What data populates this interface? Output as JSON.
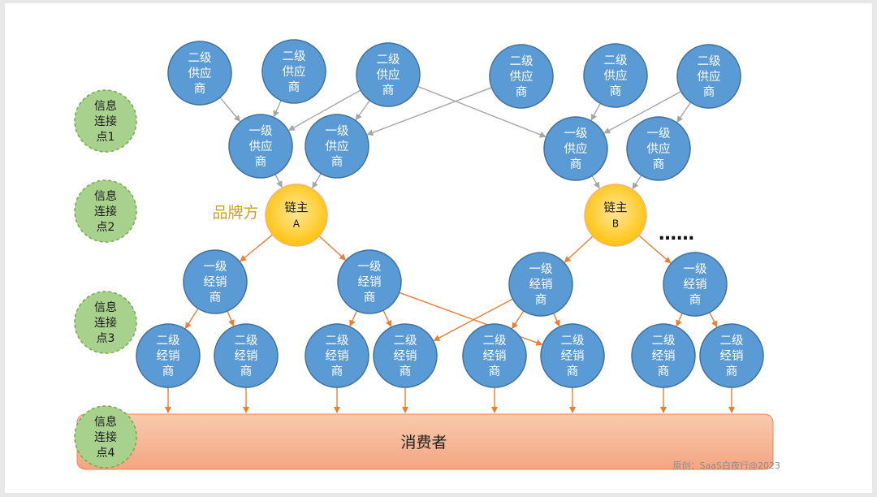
{
  "info_points": [
    {
      "lines": [
        "信息",
        "连接",
        "点1"
      ]
    },
    {
      "lines": [
        "信息",
        "连接",
        "点2"
      ]
    },
    {
      "lines": [
        "信息",
        "连接",
        "点3"
      ]
    },
    {
      "lines": [
        "信息",
        "连接",
        "点4"
      ]
    }
  ],
  "secondary_suppliers": [
    {
      "lines": [
        "二级",
        "供应",
        "商"
      ]
    },
    {
      "lines": [
        "二级",
        "供应",
        "商"
      ]
    },
    {
      "lines": [
        "二级",
        "供应",
        "商"
      ]
    },
    {
      "lines": [
        "二级",
        "供应",
        "商"
      ]
    },
    {
      "lines": [
        "二级",
        "供应",
        "商"
      ]
    },
    {
      "lines": [
        "二级",
        "供应",
        "商"
      ]
    }
  ],
  "primary_suppliers": [
    {
      "lines": [
        "一级",
        "供应",
        "商"
      ]
    },
    {
      "lines": [
        "一级",
        "供应",
        "商"
      ]
    },
    {
      "lines": [
        "一级",
        "供应",
        "商"
      ]
    },
    {
      "lines": [
        "一级",
        "供应",
        "商"
      ]
    }
  ],
  "chain_owners": [
    {
      "lines": [
        "链主",
        "A"
      ]
    },
    {
      "lines": [
        "链主",
        "B"
      ]
    }
  ],
  "brand_label": "品牌方",
  "ellipsis": "……",
  "primary_distributors": [
    {
      "lines": [
        "一级",
        "经销",
        "商"
      ]
    },
    {
      "lines": [
        "一级",
        "经销",
        "商"
      ]
    },
    {
      "lines": [
        "一级",
        "经销",
        "商"
      ]
    },
    {
      "lines": [
        "一级",
        "经销",
        "商"
      ]
    }
  ],
  "secondary_distributors": [
    {
      "lines": [
        "二级",
        "经销",
        "商"
      ]
    },
    {
      "lines": [
        "二级",
        "经销",
        "商"
      ]
    },
    {
      "lines": [
        "二级",
        "经销",
        "商"
      ]
    },
    {
      "lines": [
        "二级",
        "经销",
        "商"
      ]
    },
    {
      "lines": [
        "二级",
        "经销",
        "商"
      ]
    },
    {
      "lines": [
        "二级",
        "经销",
        "商"
      ]
    },
    {
      "lines": [
        "二级",
        "经销",
        "商"
      ]
    },
    {
      "lines": [
        "二级",
        "经销",
        "商"
      ]
    }
  ],
  "consumer_label": "消费者",
  "credit": "原创：SaaS白夜行@2023",
  "colors": {
    "node_fill": "#5b9bd5",
    "node_stroke": "#41719c",
    "chain_fill": "#ffd966",
    "chain_stroke": "#f4b183",
    "info_fill": "#a9d18e",
    "info_stroke": "#70ad47",
    "supplier_arrow": "#a6a6a6",
    "distributor_arrow": "#ed7d31",
    "consumer_fill": "#f4a582",
    "brand_text": "#c9a227",
    "credit_text": "#8c8c8c"
  }
}
